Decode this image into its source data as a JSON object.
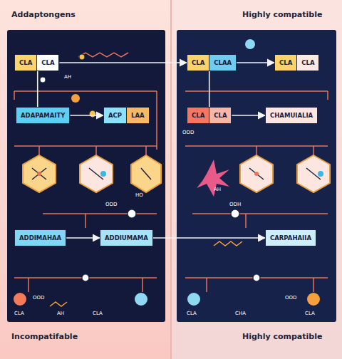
{
  "diagram": {
    "nodes": [
      {
        "text": [
          "CLA",
          "CLA"
        ]
      },
      {
        "text": [
          "ADAPAMAITY"
        ]
      },
      {
        "text": [
          "ACP",
          "LAA"
        ]
      },
      {
        "text": [
          "ADDIMAHAA"
        ]
      },
      {
        "text": [
          "ADDIUMAMA"
        ]
      },
      {
        "text": [
          "CLA",
          "CLAA"
        ]
      },
      {
        "text": [
          "CLA",
          "CLA"
        ]
      },
      {
        "text": [
          "CLA",
          "CLA"
        ]
      },
      {
        "text": [
          "CHAMUIALIA"
        ]
      },
      {
        "text": [
          "CARPAHAIIA"
        ]
      }
    ],
    "edges": [
      {
        "from": 0,
        "to": 1,
        "arrow": "none"
      },
      {
        "from": 1,
        "to": 2,
        "arrow": "to"
      },
      {
        "from": 3,
        "to": 4,
        "arrow": "to"
      },
      {
        "from": 4,
        "to": 9,
        "arrow": "to"
      },
      {
        "from": 0,
        "to": 5,
        "arrow": "to"
      },
      {
        "from": 5,
        "to": 6,
        "arrow": "to"
      },
      {
        "from": 5,
        "to": 7,
        "arrow": "none"
      },
      {
        "from": 7,
        "to": 8,
        "arrow": "to"
      }
    ],
    "labels": [
      "Addaptongens",
      "Highly compatible",
      "Incompatifable",
      "Highly compatible",
      "AH",
      "ODD",
      "ODD",
      "HO",
      "ODH",
      "AH",
      "CLA",
      "OOD",
      "AH",
      "CLA",
      "CLA",
      "CHA",
      "CLA",
      "OOD"
    ]
  }
}
